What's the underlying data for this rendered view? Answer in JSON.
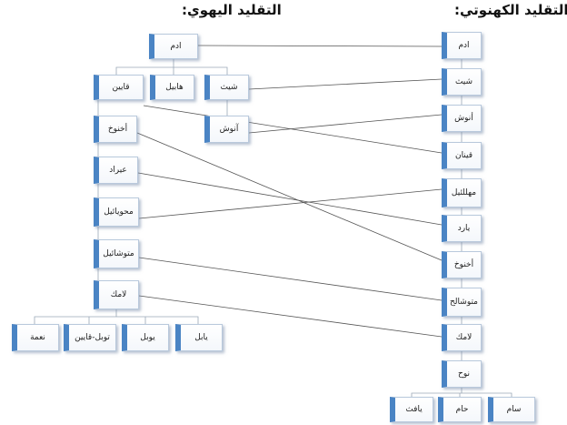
{
  "headings": {
    "yahwist": "التقليد اليهوي:",
    "priestly": "التقليد الكهنوتي:"
  },
  "yahwist_tree": {
    "adam": "ادم",
    "children_of_adam": [
      "شيث",
      "هابيل",
      "قايين"
    ],
    "enosh": "آنوش",
    "cain_line": [
      "أخنوخ",
      "عيراد",
      "محويائيل",
      "متوشائيل",
      "لامك"
    ],
    "children_of_lamech": [
      "يابل",
      "يوبل",
      "توبل-قايين",
      "نعمة"
    ]
  },
  "priestly_line": {
    "generations": [
      "ادم",
      "شيث",
      "أنوش",
      "قينان",
      "مهللئيل",
      "يارد",
      "أخنوخ",
      "متوشالح",
      "لامك",
      "نوح"
    ],
    "children_of_noah": [
      "سام",
      "حام",
      "يافث"
    ]
  },
  "colors": {
    "node_accent": "#4a84c4",
    "node_border": "#b9c9dc",
    "line": "#555555"
  }
}
